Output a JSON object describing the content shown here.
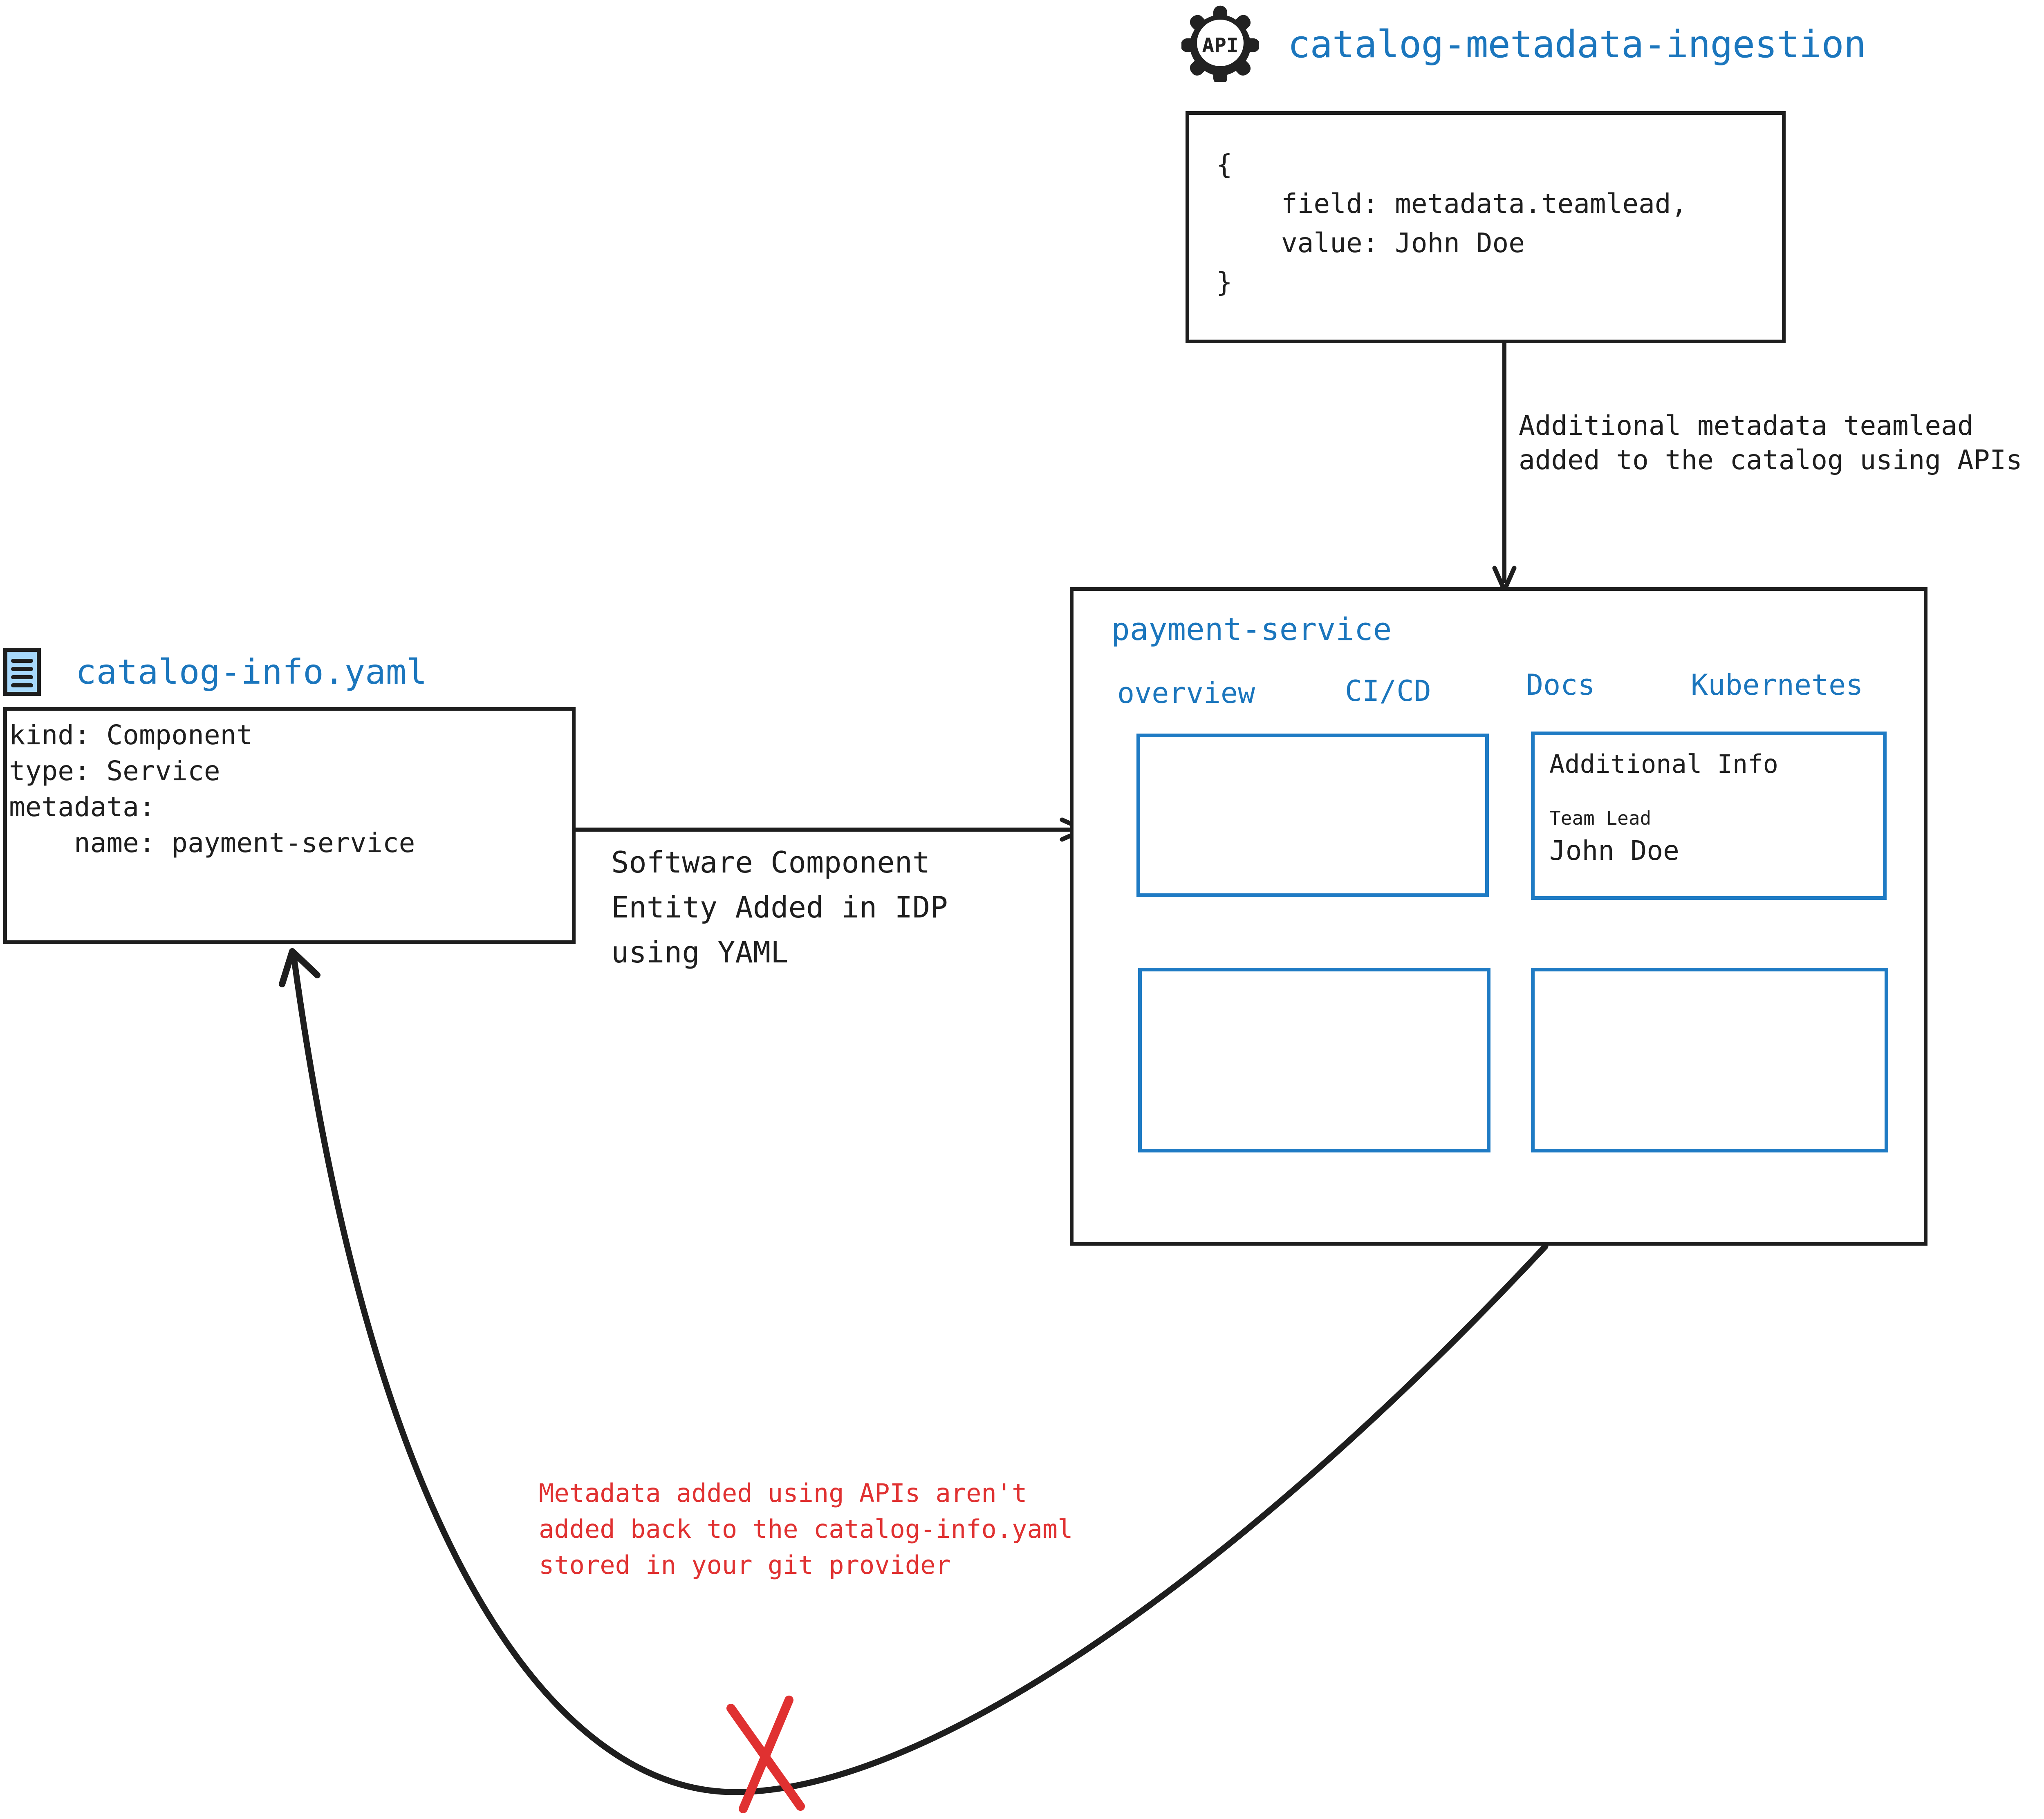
{
  "api_node": {
    "icon": "api-gear-icon",
    "icon_text": "API",
    "title": "catalog-metadata-ingestion",
    "json_payload": "{\n    field: metadata.teamlead,\n    value: John Doe\n}"
  },
  "arrows": {
    "api_to_catalog_label": "Additional metadata teamlead\nadded to the catalog using APIs",
    "yaml_to_catalog_label": "Software Component\nEntity Added in IDP\nusing YAML",
    "feedback_note": "Metadata added using APIs aren't\nadded back to the catalog-info.yaml\nstored in your git provider",
    "blocked_marker": "red-x-cross"
  },
  "yaml_node": {
    "icon": "yaml-file-icon",
    "title": "catalog-info.yaml",
    "code": "kind: Component\ntype: Service\nmetadata:\n    name: payment-service"
  },
  "catalog_panel": {
    "title": "payment-service",
    "tabs": [
      {
        "label": "overview"
      },
      {
        "label": "CI/CD"
      },
      {
        "label": "Docs"
      },
      {
        "label": "Kubernetes"
      }
    ],
    "cards": {
      "additional_info": {
        "heading": "Additional Info",
        "field_label": "Team Lead",
        "field_value": "John Doe"
      }
    }
  },
  "colors": {
    "accent_blue": "#1b76bd",
    "card_blue": "#1f7bc4",
    "icon_fill": "#a7d8fb",
    "stroke_dark": "#1e1e1e",
    "warning_red": "#e03131"
  }
}
